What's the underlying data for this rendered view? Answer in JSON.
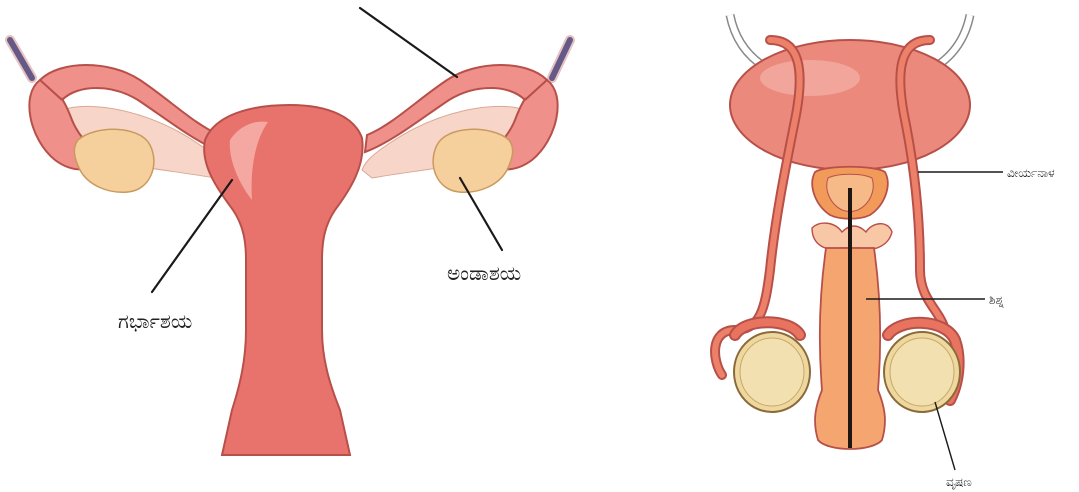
{
  "female": {
    "labels": {
      "uterus": "ಗರ್ಭಾಶಯ",
      "ovary": "ಅಂಡಾಶಯ"
    }
  },
  "male": {
    "labels": {
      "vas_deferens": "ವೀರ್ಯನಾಳ",
      "penis": "ಶಿಶ್ನ",
      "testis": "ವೃಷಣ"
    }
  },
  "colors": {
    "uterus_fill": "#e8736d",
    "tube_fill": "#f0908a",
    "tube_outline": "#b8504a",
    "ovary_fill": "#f5cf9c",
    "ligament_fill": "#f7d5c8",
    "bladder_fill": "#eb8a7c",
    "testis_fill": "#efd7a0",
    "penis_fill": "#f5a56f",
    "vessel_blue": "#3a5fa8"
  }
}
